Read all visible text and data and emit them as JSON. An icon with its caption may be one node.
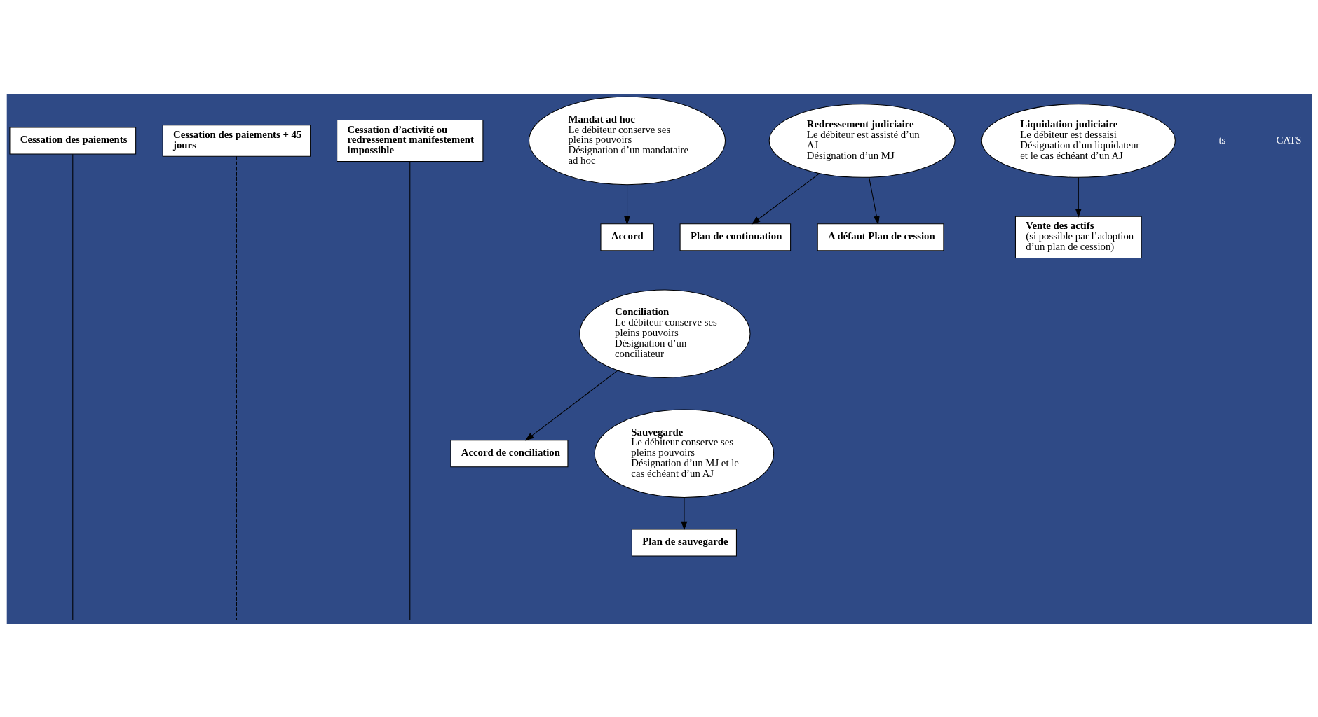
{
  "diagram": {
    "nodes": [
      {
        "text": [
          "Cessation des paiements"
        ]
      },
      {
        "text": [
          "Cessation des paiements + 45 jours"
        ]
      },
      {
        "text": [
          "Cessation d’activité ou redressement manifestement impossible"
        ]
      },
      {
        "text": [
          "Mandat ad hoc",
          "Le débiteur conserve ses pleins pouvoirs",
          "Désignation d’un mandataire ad hoc"
        ]
      },
      {
        "text": [
          "Accord"
        ]
      },
      {
        "text": [
          "Plan de continuation"
        ]
      },
      {
        "text": [
          "Redressement judiciaire",
          "Le débiteur est assisté d’un AJ",
          "Désignation d’un MJ"
        ]
      },
      {
        "text": [
          "A défaut Plan de cession"
        ]
      },
      {
        "text": [
          "Liquidation judiciaire",
          "Le débiteur est dessaisi",
          "Désignation d’un liquidateur et le cas échéant d’un AJ"
        ]
      },
      {
        "text": [
          "Conciliation",
          "Le débiteur conserve ses pleins pouvoirs",
          "Désignation d’un conciliateur"
        ]
      },
      {
        "text": [
          "Accord de conciliation"
        ]
      },
      {
        "text": [
          "**Vente des actifs** (si possible par l’adoption d’un plan de cession)"
        ]
      },
      {
        "text": [
          "Sauvegarde",
          "Le débiteur conserve ses pleins pouvoirs",
          "Désignation d’un MJ et le cas échéant d’un AJ"
        ]
      },
      {
        "text": [
          "Plan de sauvegarde"
        ]
      }
    ],
    "edges": [
      {
        "from": 0,
        "to": null,
        "arrow": "none"
      },
      {
        "from": 1,
        "to": null,
        "arrow": "none",
        "style": "dashed"
      },
      {
        "from": 2,
        "to": null,
        "arrow": "none"
      },
      {
        "from": 3,
        "to": 4,
        "arrow": "to"
      },
      {
        "from": 6,
        "to": 5,
        "arrow": "to"
      },
      {
        "from": 6,
        "to": 7,
        "arrow": "to"
      },
      {
        "from": 8,
        "to": 11,
        "arrow": "to"
      },
      {
        "from": 9,
        "to": 10,
        "arrow": "to"
      },
      {
        "from": 12,
        "to": 13,
        "arrow": "to"
      }
    ],
    "labels": [
      "ts",
      "CATS"
    ]
  }
}
